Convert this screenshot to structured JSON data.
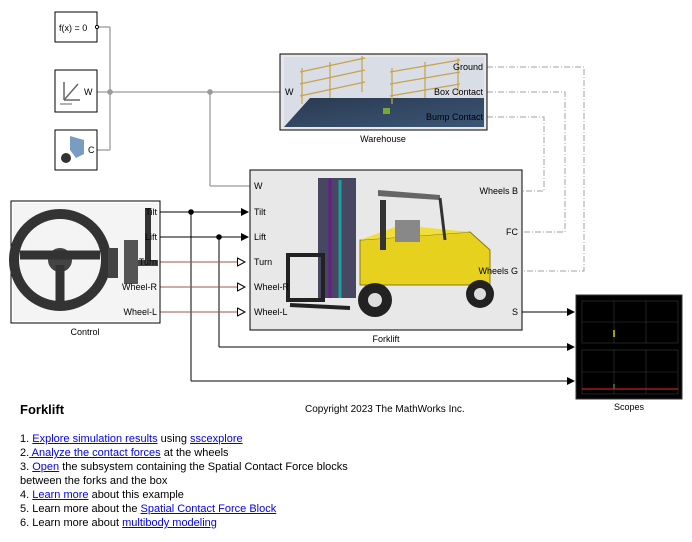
{
  "blocks": {
    "func": {
      "label": "f(x) = 0"
    },
    "frame": {
      "port": "W"
    },
    "config": {
      "port": "C"
    },
    "warehouse": {
      "name": "Warehouse",
      "in_port": "W",
      "out_ports": [
        "Ground",
        "Box Contact",
        "Bump Contact"
      ]
    },
    "forklift": {
      "name": "Forklift",
      "in_ports": [
        "W",
        "Tilt",
        "Lift",
        "Turn",
        "Wheel-R",
        "Wheel-L"
      ],
      "out_ports": [
        "Wheels B",
        "FC",
        "Wheels G",
        "S"
      ]
    },
    "control": {
      "name": "Control",
      "out_ports": [
        "Tilt",
        "Lift",
        "Turn",
        "Wheel-R",
        "Wheel-L"
      ]
    },
    "scopes": {
      "name": "Scopes"
    }
  },
  "colors": {
    "physical_line": "#9b9b9b",
    "signal_line": "#000000",
    "connection_line": "#a05050",
    "dash_line": "#a0a0a0",
    "link": "#0000ee"
  },
  "page": {
    "title": "Forklift",
    "copyright": "Copyright 2023 The MathWorks Inc."
  },
  "instructions": [
    {
      "num": "1.",
      "link": "Explore simulation results",
      "mid": " using ",
      "link2": "sscexplore",
      "after": ""
    },
    {
      "num": "2.",
      "link": " Analyze the contact forces",
      "after": " at the wheels"
    },
    {
      "num": "3.",
      "link": "Open",
      "after": " the subsystem containing the Spatial Contact Force blocks between the forks and the box"
    },
    {
      "num": "4.",
      "link": "Learn more",
      "after": " about this example"
    },
    {
      "num": "5.",
      "before": "Learn more about the ",
      "link": "Spatial Contact Force Block",
      "after": ""
    },
    {
      "num": "6.",
      "before": "Learn more about ",
      "link": "multibody modeling",
      "after": ""
    }
  ]
}
